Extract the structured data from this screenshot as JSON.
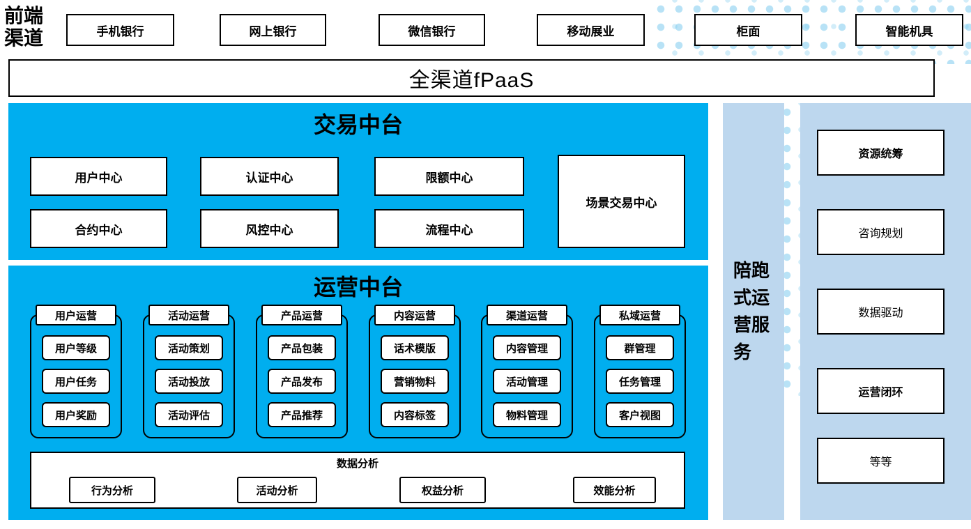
{
  "frontend": {
    "label": "前端\n渠道",
    "channels": [
      "手机银行",
      "网上银行",
      "微信银行",
      "移动展业",
      "柜面",
      "智能机具"
    ]
  },
  "fpaas": {
    "label": "全渠道fPaaS"
  },
  "transaction": {
    "title": "交易中台",
    "row1": [
      "用户中心",
      "认证中心",
      "限额中心"
    ],
    "row2": [
      "合约中心",
      "风控中心",
      "流程中心"
    ],
    "tall": "场景交易中心"
  },
  "operations": {
    "title": "运营中台",
    "groups": [
      {
        "title": "用户运营",
        "items": [
          "用户等级",
          "用户任务",
          "用户奖励"
        ]
      },
      {
        "title": "活动运营",
        "items": [
          "活动策划",
          "活动投放",
          "活动评估"
        ]
      },
      {
        "title": "产品运营",
        "items": [
          "产品包装",
          "产品发布",
          "产品推荐"
        ]
      },
      {
        "title": "内容运营",
        "items": [
          "话术模版",
          "营销物料",
          "内容标签"
        ]
      },
      {
        "title": "渠道运营",
        "items": [
          "内容管理",
          "活动管理",
          "物料管理"
        ]
      },
      {
        "title": "私域运营",
        "items": [
          "群管理",
          "任务管理",
          "客户视图"
        ]
      }
    ],
    "analysis": {
      "title": "数据分析",
      "items": [
        "行为分析",
        "活动分析",
        "权益分析",
        "效能分析"
      ]
    }
  },
  "service_bar": {
    "label": "陪跑式运营服务"
  },
  "right_column": {
    "items": [
      {
        "label": "资源统筹",
        "bold": true
      },
      {
        "label": "咨询规划",
        "bold": false
      },
      {
        "label": "数据驱动",
        "bold": false
      },
      {
        "label": "运营闭环",
        "bold": true
      },
      {
        "label": "等等",
        "bold": false
      }
    ]
  },
  "colors": {
    "primary_blue": "#00AEEF",
    "light_blue": "#BDD7EE",
    "dot_blue": "#7DCBEE",
    "box_border": "#000000"
  }
}
